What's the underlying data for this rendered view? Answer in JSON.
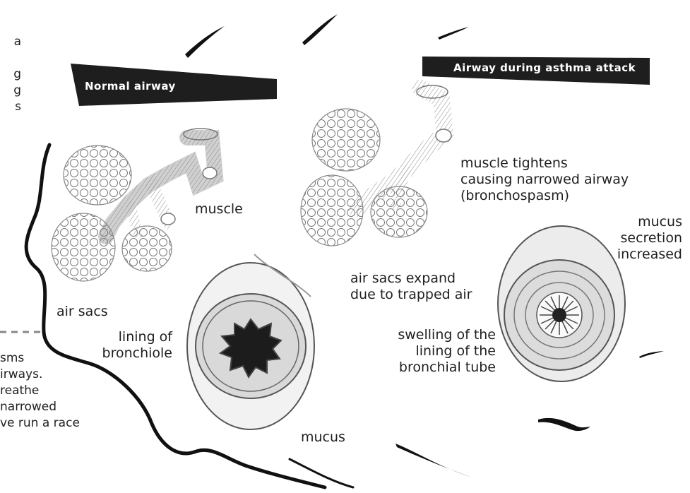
{
  "left_edge_text": {
    "top_lines": [
      "a",
      "g",
      "g",
      "s"
    ],
    "bottom_lines": [
      "sms",
      "irways.",
      "reathe",
      "narrowed",
      "ve run a race"
    ]
  },
  "banners": {
    "normal": "Normal airway",
    "asthma": "Airway during asthma attack"
  },
  "labels": {
    "muscle": "muscle",
    "air_sacs": "air sacs",
    "lining": [
      "lining of",
      "bronchiole"
    ],
    "mucus": "mucus",
    "muscle_tightens": [
      "muscle tightens",
      "causing narrowed airway",
      "(bronchospasm)"
    ],
    "mucus_secretion": [
      "mucus",
      "secretion",
      "increased"
    ],
    "air_sacs_expand": [
      "air sacs expand",
      "due to trapped air"
    ],
    "swelling": [
      "swelling of the",
      "lining of the",
      "bronchial tube"
    ]
  },
  "colors": {
    "banner": "#1e1e1e",
    "ink": "#1f1f1f",
    "drawing": "#6a6a6a"
  }
}
